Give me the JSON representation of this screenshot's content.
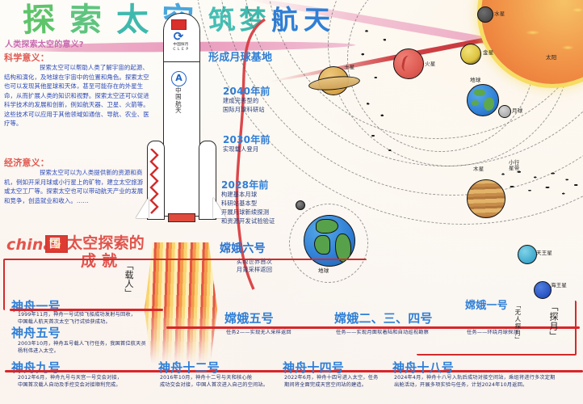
{
  "poster": {
    "title_main": "探索太空",
    "title_main_chars": [
      "探",
      "索",
      "太",
      "空"
    ],
    "title_sub": "筑梦航天",
    "title_sub_chars": [
      "筑",
      "梦",
      "航",
      "天"
    ],
    "colors": {
      "title_green": "#5ec46a",
      "title_teal": "#3fb9ad",
      "title_blue": "#4aa7dd",
      "accent_red": "#d8262a",
      "accent_blue": "#2f7fd6",
      "accent_pink": "#e78cb4",
      "sun_orange": "#f08a43",
      "sun_yellow": "#f6dc63",
      "earth_blue": "#2f7fd6",
      "mars_red": "#e0615a"
    }
  },
  "article": {
    "question": "人类探索太空的意义?",
    "sec1_head": "科学意义：",
    "sec1_body": "探索太空可以帮助人类了解宇宙的起源、结构和演化，及地球在宇宙中的位置和角色。探索太空也可以发现其他星球和天体，甚至可能存在的外星生命，从而扩展人类的知识和视野。探索太空还可以促进科学技术的发展和创新，例如航天器、卫星、火箭等。这些技术可以应用于其他领域如通信、导航、农业、医疗等。",
    "sec2_head": "经济意义：",
    "sec2_body": "探索太空可以为人类提供新的资源和商机，例如开采月球或小行星上的矿物，建立太空旅游或太空工厂等。探索太空也可以带动航天产业的发展和竞争，创造就业和收入。……"
  },
  "achievement_heading": {
    "en": "china",
    "cn_flag_word": "国",
    "line1": "太空探索的",
    "line2": "成 就"
  },
  "moon_base": {
    "heading": "形成月球基地",
    "milestones": [
      {
        "year": "2040年前",
        "text": "建成完善型的\n国际月球科研站"
      },
      {
        "year": "2030年前",
        "text": "实现载人登月"
      },
      {
        "year": "2028年前",
        "text": "构建基本月球\n科研站基本型\n开展月球新续探测\n和资源开发试验验证"
      }
    ],
    "change6_title": "嫦娥六号",
    "change6_text": "实现世界首次\n月背采样返回"
  },
  "solar_system": {
    "sun": "太阳",
    "planets": [
      {
        "name": "水星"
      },
      {
        "name": "金星"
      },
      {
        "name": "地球"
      },
      {
        "name": "月球"
      },
      {
        "name": "火星"
      },
      {
        "name": "木星"
      },
      {
        "name": "土星"
      },
      {
        "name": "天王星"
      },
      {
        "name": "海王星"
      }
    ],
    "asteroid_belt": "小行星带",
    "earth_center_label": "地球"
  },
  "rocket": {
    "logo_top": "中国探月",
    "logo_top_en": "C L E P",
    "logo_bottom": "中国航天"
  },
  "manned_branch": {
    "bracket_label": "「载人」",
    "items": [
      {
        "title": "神舟一号",
        "text": "1999年11月，神舟一号试验飞船成功发射与回收，\n中国载人航天首次太空飞行试验获成功。"
      },
      {
        "title": "神舟五号",
        "text": "2003年10月，神舟五号载人飞行任务，我国首位航天员\n杨利伟进入太空。"
      },
      {
        "title": "神舟九号",
        "text": "2012年6月，神舟九号与天宫一号交会对接，\n中国首次载人自动及手控交会对接顺利完成。"
      },
      {
        "title": "神舟十二号",
        "text": "2016年10月，神舟十二号与天和核心舱\n成功交会对接，中国人首次进入自己的空间站。"
      },
      {
        "title": "神舟十四号",
        "text": "2022年6月，神舟十四号进入太空，任务\n期间将全面完成天宫空间站的建造。"
      },
      {
        "title": "神舟十八号",
        "text": "2024年4月，神舟十八号入轨后成功对接空间站，乘组将进行多次定期\n出舱活动，开展多项实验与任务，计划2024年10月返回。"
      }
    ]
  },
  "lunar_branch": {
    "bracket_label_a": "「无人探月」",
    "bracket_label_b": "「探月」",
    "items": [
      {
        "title": "嫦娥五号",
        "text": "任务2——实现无人采样返回"
      },
      {
        "title": "嫦娥二、三、四号",
        "text": "任务——实现月面软着陆和自动巡视勘察"
      },
      {
        "title": "嫦娥一号",
        "text": "任务——环绕月球探测"
      }
    ]
  }
}
